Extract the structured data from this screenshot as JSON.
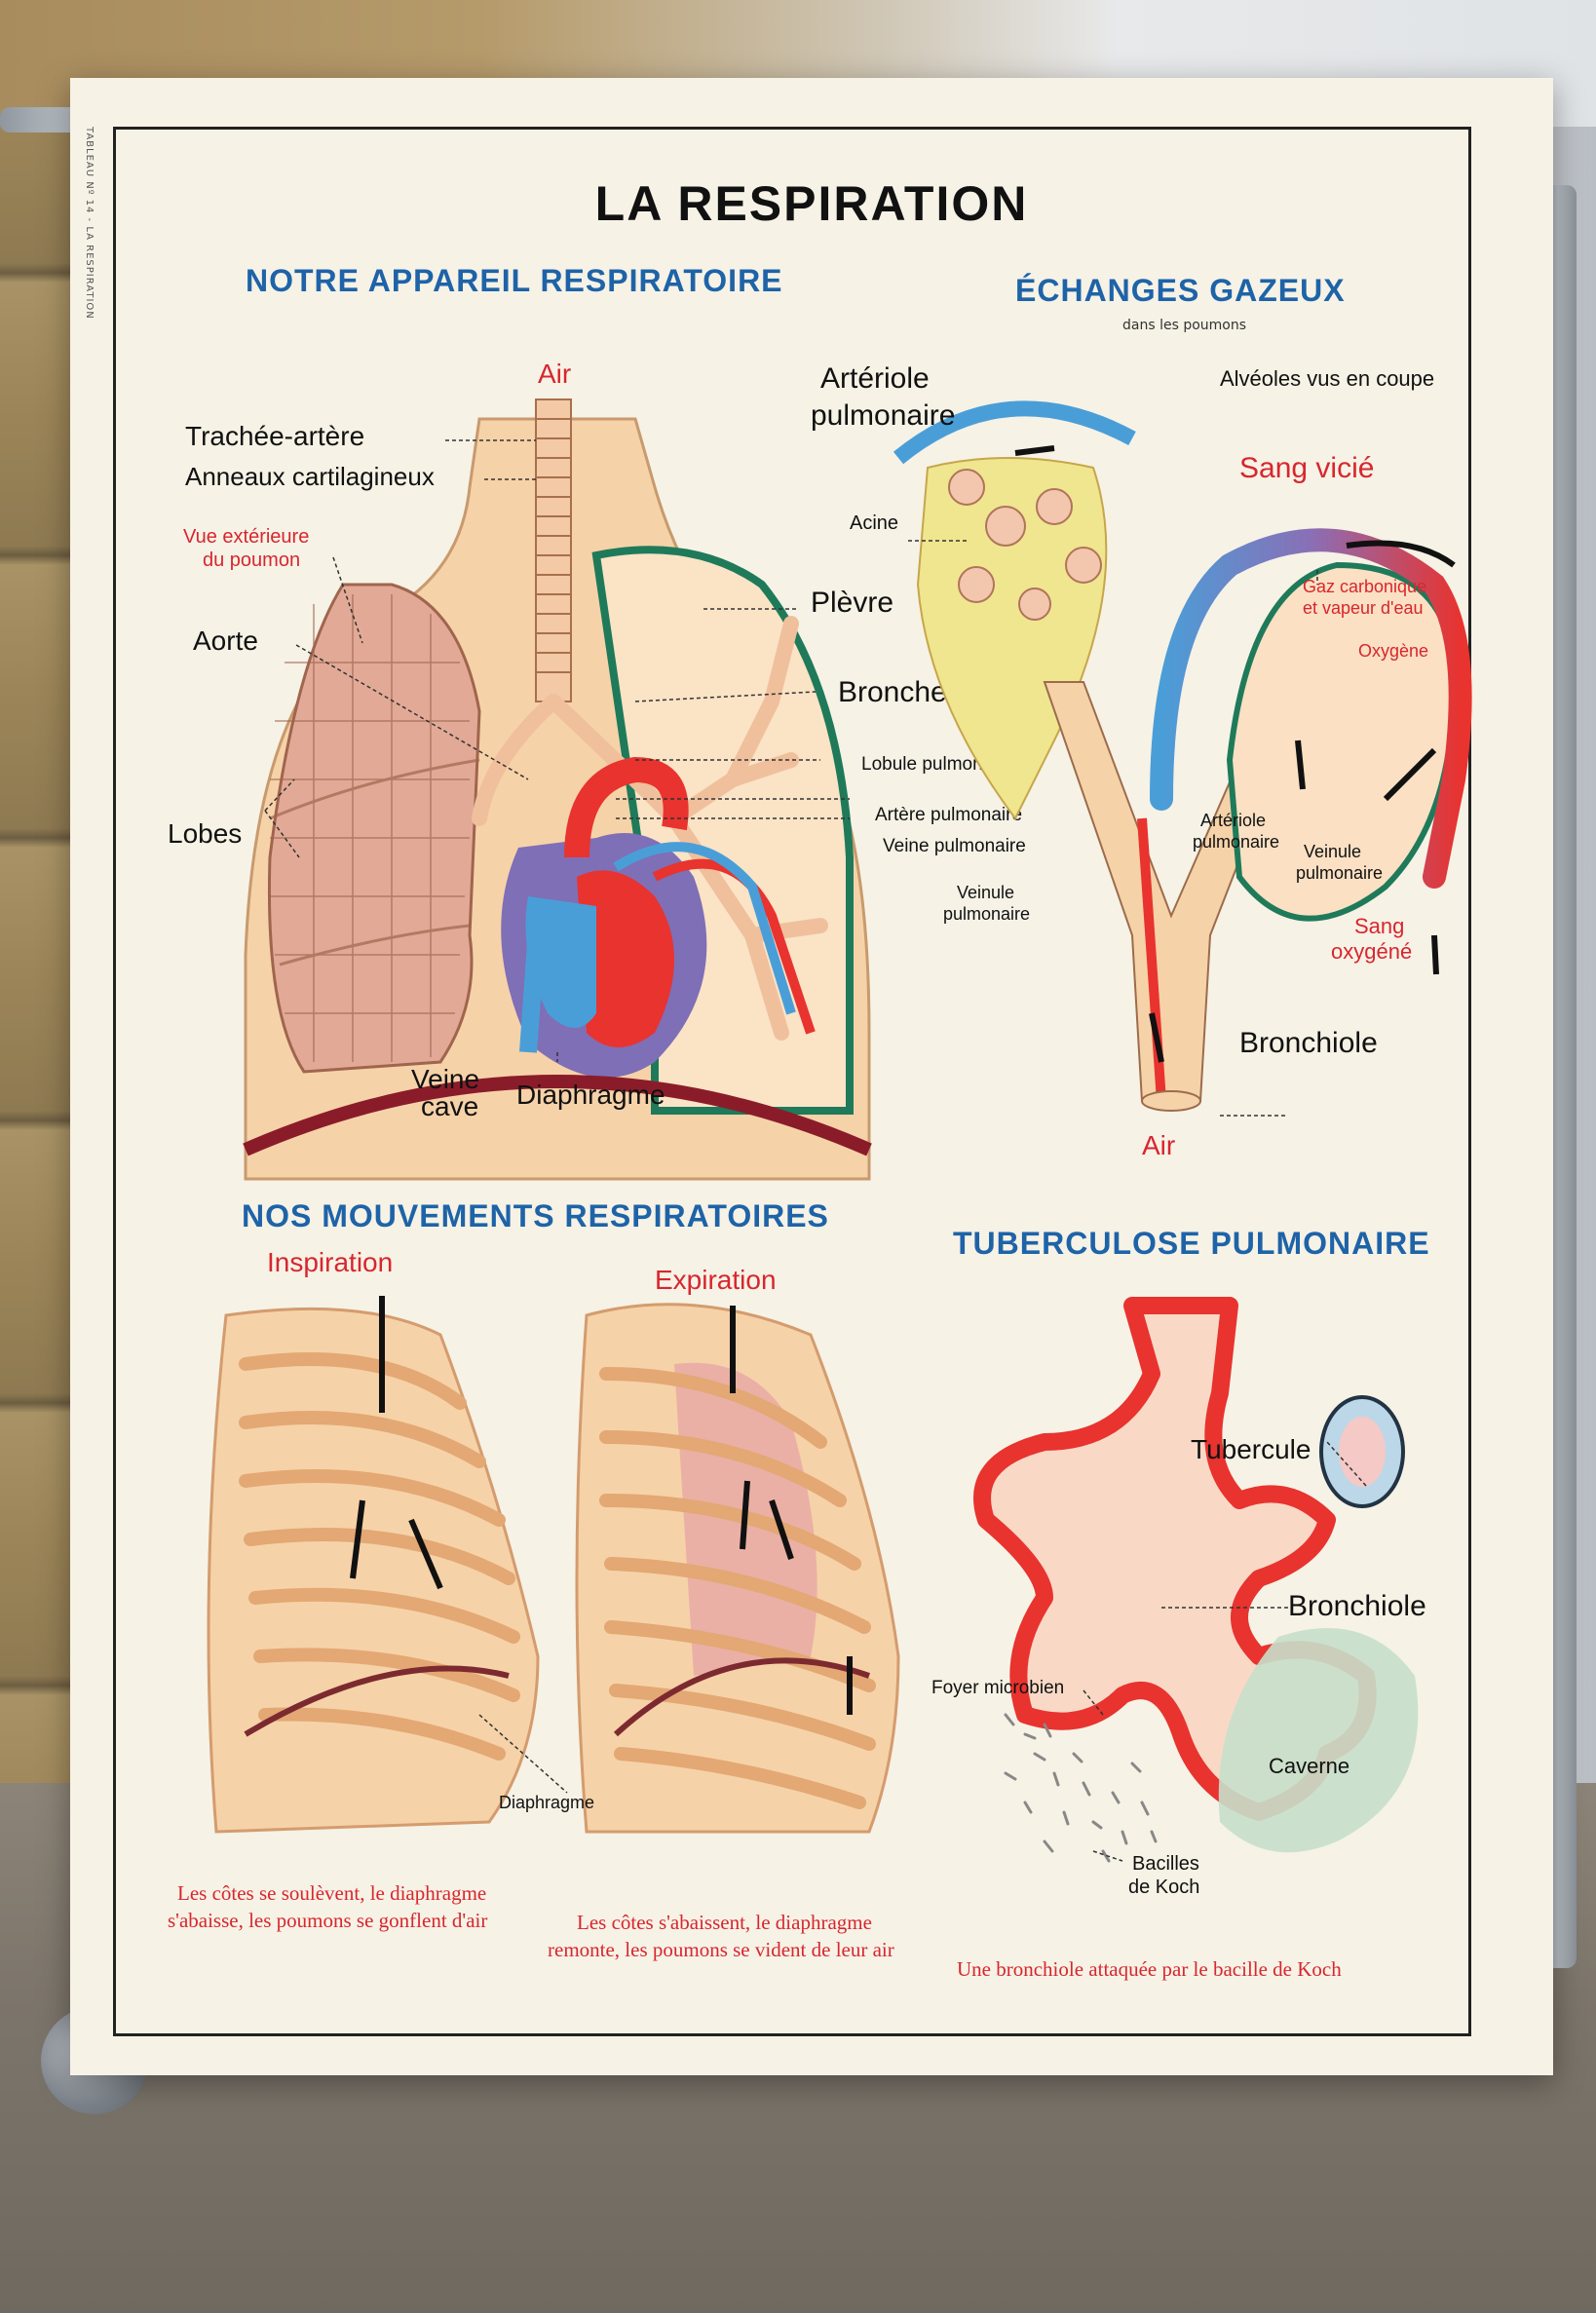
{
  "poster": {
    "side_label": "TABLEAU Nº 14 - LA RESPIRATION",
    "title": "LA RESPIRATION"
  },
  "sections": {
    "apparatus": {
      "title": "NOTRE APPAREIL RESPIRATOIRE",
      "labels": {
        "air": "Air",
        "trachea": "Trachée-artère",
        "rings": "Anneaux cartilagineux",
        "exterior_1": "Vue extérieure",
        "exterior_2": "du poumon",
        "aorta": "Aorte",
        "lobes": "Lobes",
        "pleura": "Plèvre",
        "bronchi": "Bronches",
        "lobule": "Lobule pulmonaire",
        "artery": "Artère pulmonaire",
        "vein": "Veine pulmonaire",
        "vena_1": "Veine",
        "vena_2": "cave",
        "diaphragm": "Diaphragme"
      }
    },
    "exchange": {
      "title": "ÉCHANGES GAZEUX",
      "subtitle": "dans les poumons",
      "labels": {
        "arteriole_1": "Artériole",
        "arteriole_2": "pulmonaire",
        "alveoli": "Alvéoles vus en coupe",
        "sang_vicie": "Sang vicié",
        "acine": "Acine",
        "gaz_1": "Gaz carbonique",
        "gaz_2": "et vapeur d'eau",
        "oxygene": "Oxygène",
        "arteriole_b1": "Artériole",
        "arteriole_b2": "pulmonaire",
        "venule_r1": "Veinule",
        "venule_r2": "pulmonaire",
        "venule_l1": "Veinule",
        "venule_l2": "pulmonaire",
        "sang_oxy_1": "Sang",
        "sang_oxy_2": "oxygéné",
        "bronchiole": "Bronchiole",
        "air": "Air"
      }
    },
    "movements": {
      "title": "NOS MOUVEMENTS RESPIRATOIRES",
      "inspiration": "Inspiration",
      "expiration": "Expiration",
      "diaphragm": "Diaphragme",
      "caption_insp_1": "Les côtes se soulèvent, le diaphragme",
      "caption_insp_2": "s'abaisse, les poumons se gonflent d'air",
      "caption_exp_1": "Les côtes s'abaissent, le diaphragme",
      "caption_exp_2": "remonte, les poumons se vident de leur air"
    },
    "tuberculosis": {
      "title": "TUBERCULOSE PULMONAIRE",
      "tubercule": "Tubercule",
      "bronchiole": "Bronchiole",
      "foyer": "Foyer microbien",
      "caverne": "Caverne",
      "bacilles_1": "Bacilles",
      "bacilles_2": "de Koch",
      "caption": "Une bronchiole attaquée par le bacille de Koch"
    }
  },
  "colors": {
    "section_blue": "#1e63a8",
    "label_red": "#d8262e",
    "skin": "#f6d2a8",
    "blood_red": "#e8332f",
    "blood_blue": "#4a9ed8",
    "pleura_green": "#1f7a5a"
  }
}
